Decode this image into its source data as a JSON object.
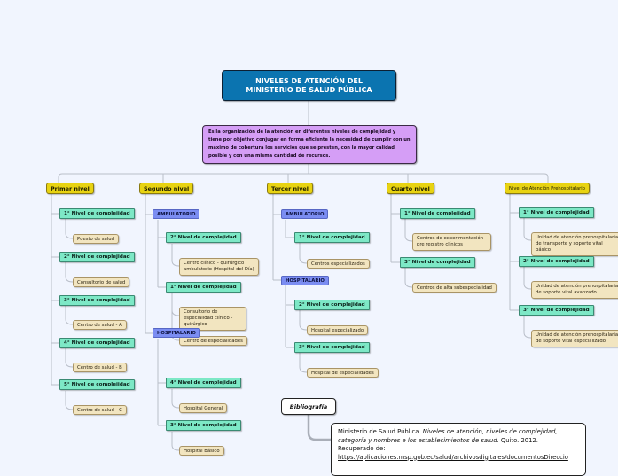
{
  "root": {
    "line1": "NIVELES DE ATENCIÓN DEL",
    "line2": "MINISTERIO DE SALUD PÚBLICA"
  },
  "description": "Es la organización de la atención en diferentes niveles de complejidad y tiene por objetivo conjugar en forma eficiente la necesidad de cumplir con un máximo de cobertura los servicios que se presten, con la mayor calidad posible y con una misma cantidad de recursos.",
  "levels": [
    {
      "label": "Primer nivel",
      "children": [
        {
          "label": "1° Nivel de complejidad",
          "leaf": "Puesto de salud"
        },
        {
          "label": "2° Nivel de complejidad",
          "leaf": "Consultorio de salud"
        },
        {
          "label": "3° Nivel de complejidad",
          "leaf": "Centro de salud - A"
        },
        {
          "label": "4° Nivel de complejidad",
          "leaf": "Centro de salud - B"
        },
        {
          "label": "5° Nivel de complejidad",
          "leaf": "Centro de salud - C"
        }
      ]
    },
    {
      "label": "Segundo nivel",
      "categories": [
        {
          "label": "AMBULATORIO",
          "children": [
            {
              "label": "2° Nivel de complejidad",
              "leaves": [
                "Centro clínico - quirúrgico ambulatorio (Hospital del Día)"
              ]
            },
            {
              "label": "1° Nivel de complejidad",
              "leaves": [
                "Consultorio de especialidad clínico - quirúrgico",
                "Centro de especialidades"
              ]
            }
          ]
        },
        {
          "label": "HOSPITALARIO",
          "children": [
            {
              "label": "4° Nivel de complejidad",
              "leaves": [
                "Hospital General"
              ]
            },
            {
              "label": "3° Nivel de complejidad",
              "leaves": [
                "Hospital Básico"
              ]
            }
          ]
        }
      ]
    },
    {
      "label": "Tercer nivel",
      "categories": [
        {
          "label": "AMBULATORIO",
          "children": [
            {
              "label": "1° Nivel de complejidad",
              "leaves": [
                "Centros especializados"
              ]
            }
          ]
        },
        {
          "label": "HOSPITALARIO",
          "children": [
            {
              "label": "2° Nivel de complejidad",
              "leaves": [
                "Hospital especializado"
              ]
            },
            {
              "label": "3° Nivel de complejidad",
              "leaves": [
                "Hospital de especialidades"
              ]
            }
          ]
        }
      ]
    },
    {
      "label": "Cuarto nivel",
      "children": [
        {
          "label": "1° Nivel de complejidad",
          "leaf": "Centros de experimentación pre registro clínicos"
        },
        {
          "label": "3° Nivel de complejidad",
          "leaf": "Centros de alta subespecialidad"
        }
      ]
    },
    {
      "label": "Nivel de Atención Prehospitalario",
      "children": [
        {
          "label": "1° Nivel de complejidad",
          "leaf": "Unidad de atención prehospitalaria de transporte y soporte vital básico"
        },
        {
          "label": "2° Nivel de complejidad",
          "leaf": "Unidad de atención prehospitalaria de soporte vital avanzado"
        },
        {
          "label": "3° Nivel de complejidad",
          "leaf": "Unidad de atención prehospitalaria de soporte vital especializado"
        }
      ]
    }
  ],
  "bibliography": {
    "label": "Bibliografía",
    "author": "Ministerio de Salud Pública.",
    "title": "Niveles de atención, niveles de complejidad, categoría y nombres e los establecimientos de salud.",
    "place_year": "Quito. 2012.",
    "retrieved": "Recuperado de:",
    "url": "https://aplicaciones.msp.gob.ec/salud/archivosdigitales/documentosDireccio"
  },
  "colors": {
    "background": "#f1f5fe",
    "root": "#0b74b0",
    "description": "#d59ef6",
    "level": "#e8d312",
    "complexity": "#7de8c6",
    "category": "#7b8df2",
    "leaf": "#f2e5c0"
  }
}
